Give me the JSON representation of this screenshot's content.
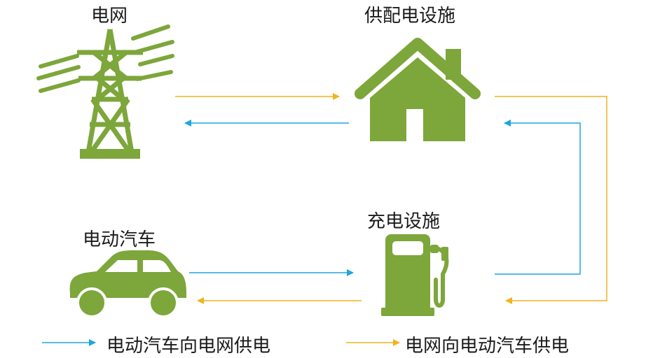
{
  "nodes": {
    "grid": {
      "label": "电网",
      "icon": "power-tower-icon"
    },
    "distribution": {
      "label": "供配电设施",
      "icon": "house-icon"
    },
    "charger": {
      "label": "充电设施",
      "icon": "charging-station-icon"
    },
    "ev": {
      "label": "电动汽车",
      "icon": "car-icon"
    }
  },
  "legend": {
    "v2g": "电动汽车向电网供电",
    "g2v": "电网向电动汽车供电"
  },
  "colors": {
    "icon_green": "#7DA63B",
    "v2g_blue": "#1EA6DE",
    "g2v_yellow": "#F0B41E"
  }
}
